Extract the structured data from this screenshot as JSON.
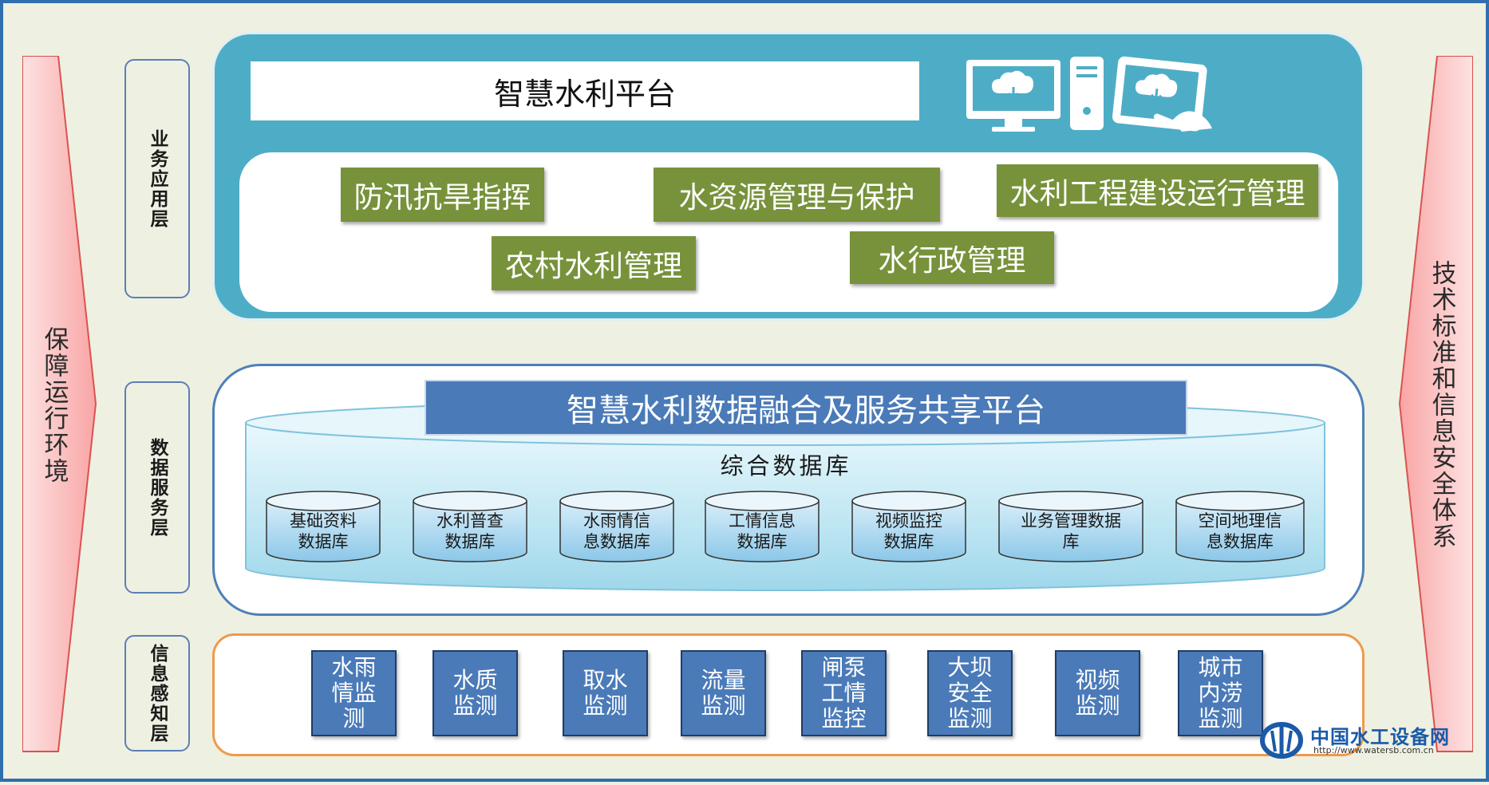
{
  "left_side": "保障运行环境",
  "right_side": "技术标准和信息安全体系",
  "layers": {
    "business": "业务应用层",
    "data": "数据服务层",
    "sensing": "信息感知层"
  },
  "business": {
    "platform_title": "智慧水利平台",
    "apps": [
      "防汛抗旱指挥",
      "水资源管理与保护",
      "水利工程建设运行管理",
      "农村水利管理",
      "水行政管理"
    ]
  },
  "data_layer": {
    "title": "智慧水利数据融合及服务共享平台",
    "db_title": "综合数据库",
    "databases": [
      [
        "基础资料",
        "数据库"
      ],
      [
        "水利普查",
        "数据库"
      ],
      [
        "水雨情信",
        "息数据库"
      ],
      [
        "工情信息",
        "数据库"
      ],
      [
        "视频监控",
        "数据库"
      ],
      [
        "业务管理数据",
        "库"
      ],
      [
        "空间地理信",
        "息数据库"
      ]
    ]
  },
  "sensing": {
    "items": [
      [
        "水雨",
        "情监",
        "测"
      ],
      [
        "水质",
        "监测"
      ],
      [
        "取水",
        "监测"
      ],
      [
        "流量",
        "监测"
      ],
      [
        "闸泵",
        "工情",
        "监控"
      ],
      [
        "大坝",
        "安全",
        "监测"
      ],
      [
        "视频",
        "监测"
      ],
      [
        "城市",
        "内涝",
        "监测"
      ]
    ]
  },
  "logo": {
    "name": "中国水工设备网",
    "url": "http://www.watersb.com.cn"
  },
  "colors": {
    "business_panel": "#4eadc6",
    "app_green": "#77923b",
    "data_blue": "#4a7ab8",
    "sensing_border": "#ef9a4a",
    "arrow_pink": "#f9a5a5"
  }
}
